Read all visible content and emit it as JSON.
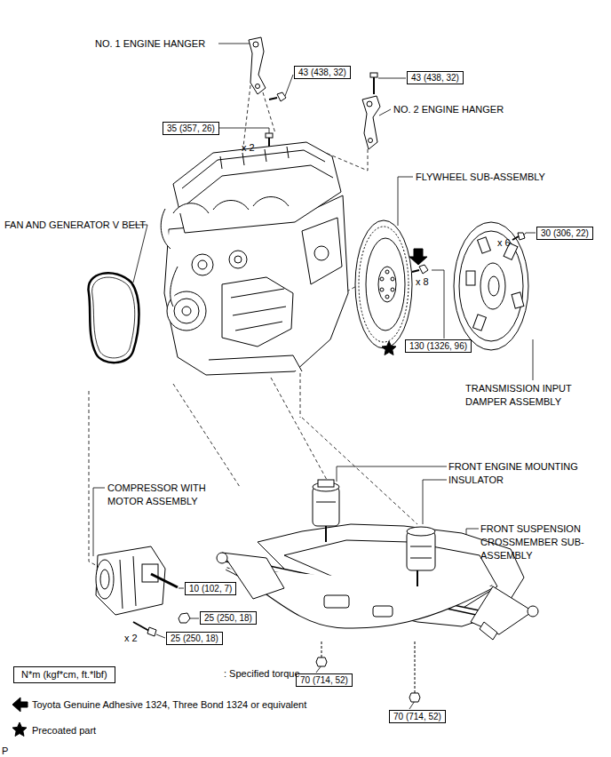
{
  "diagram": {
    "nodes": [
      {
        "text": [
          "43 (438, 32)"
        ]
      },
      {
        "text": [
          "43 (438, 32)"
        ]
      },
      {
        "text": [
          "35 (357, 26)"
        ]
      },
      {
        "text": [
          "30 (306, 22)"
        ]
      },
      {
        "text": [
          "130 (1326, 96)"
        ]
      },
      {
        "text": [
          "10 (102, 7)"
        ]
      },
      {
        "text": [
          "25 (250, 18)"
        ]
      },
      {
        "text": [
          "25 (250, 18)"
        ]
      },
      {
        "text": [
          "70 (714, 52)"
        ]
      },
      {
        "text": [
          "70 (714, 52)"
        ]
      },
      {
        "text": [
          "N*m (kgf*cm, ft.*lbf)"
        ]
      }
    ],
    "labels": [
      "NO. 1 ENGINE HANGER",
      "NO. 2 ENGINE HANGER",
      "x 2",
      "FAN AND GENERATOR V BELT",
      "FLYWHEEL SUB-ASSEMBLY",
      "x 8",
      "x 6",
      "TRANSMISSION INPUT DAMPER ASSEMBLY",
      "FRONT ENGINE MOUNTING INSULATOR",
      "FRONT SUSPENSION CROSSMEMBER SUB-ASSEMBLY",
      "COMPRESSOR WITH MOTOR ASSEMBLY",
      "x 2",
      "P"
    ],
    "legend": [
      {
        "text": ": Specified torque"
      },
      {
        "text": "Toyota Genuine Adhesive 1324, Three Bond 1324 or equivalent"
      },
      {
        "text": "Precoated part"
      }
    ]
  }
}
